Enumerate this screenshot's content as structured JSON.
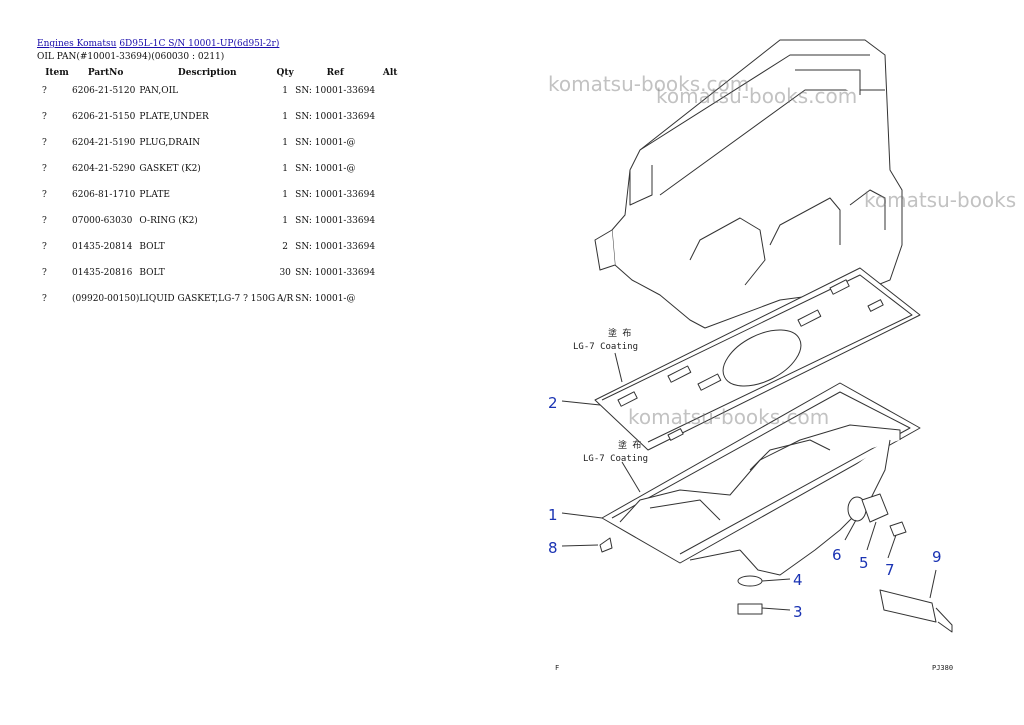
{
  "breadcrumb": {
    "link1": "Engines Komatsu",
    "link2": "6D95L-1C S/N 10001-UP(6d95l-2r)"
  },
  "subtitle": "OIL PAN(#10001-33694)(060030 : 0211)",
  "table": {
    "headers": {
      "item": "Item",
      "partno": "PartNo",
      "description": "Description",
      "qty": "Qty",
      "ref": "Ref",
      "alt": "Alt"
    },
    "rows": [
      {
        "item": "?",
        "partno": "6206-21-5120",
        "description": "PAN,OIL",
        "qty": "1",
        "ref": "SN: 10001-33694"
      },
      {
        "item": "?",
        "partno": "6206-21-5150",
        "description": "PLATE,UNDER",
        "qty": "1",
        "ref": "SN: 10001-33694"
      },
      {
        "item": "?",
        "partno": "6204-21-5190",
        "description": "PLUG,DRAIN",
        "qty": "1",
        "ref": "SN: 10001-@"
      },
      {
        "item": "?",
        "partno": "6204-21-5290",
        "description": "GASKET (K2)",
        "qty": "1",
        "ref": "SN: 10001-@"
      },
      {
        "item": "?",
        "partno": "6206-81-1710",
        "description": "PLATE",
        "qty": "1",
        "ref": "SN: 10001-33694"
      },
      {
        "item": "?",
        "partno": "07000-63030",
        "description": "O-RING (K2)",
        "qty": "1",
        "ref": "SN: 10001-33694"
      },
      {
        "item": "?",
        "partno": "01435-20814",
        "description": "BOLT",
        "qty": "2",
        "ref": "SN: 10001-33694"
      },
      {
        "item": "?",
        "partno": "01435-20816",
        "description": "BOLT",
        "qty": "30",
        "ref": "SN: 10001-33694"
      },
      {
        "item": "?",
        "partno": "(09920-00150)",
        "description": "LIQUID GASKET,LG-7 ? 150G",
        "qty": "A/R",
        "ref": "SN: 10001-@"
      }
    ]
  },
  "watermark": "komatsu-books.com",
  "watermark_cut": "komatsu-books",
  "diagram": {
    "callouts": [
      "1",
      "2",
      "3",
      "4",
      "5",
      "6",
      "7",
      "8",
      "9"
    ],
    "coating_kanji": "塗 布",
    "coating_label": "LG-7 Coating",
    "footer_left": "F",
    "footer_right": "PJ380"
  },
  "colors": {
    "link": "#1a0dab",
    "callout": "#1a33b3",
    "watermark": "#787878"
  }
}
